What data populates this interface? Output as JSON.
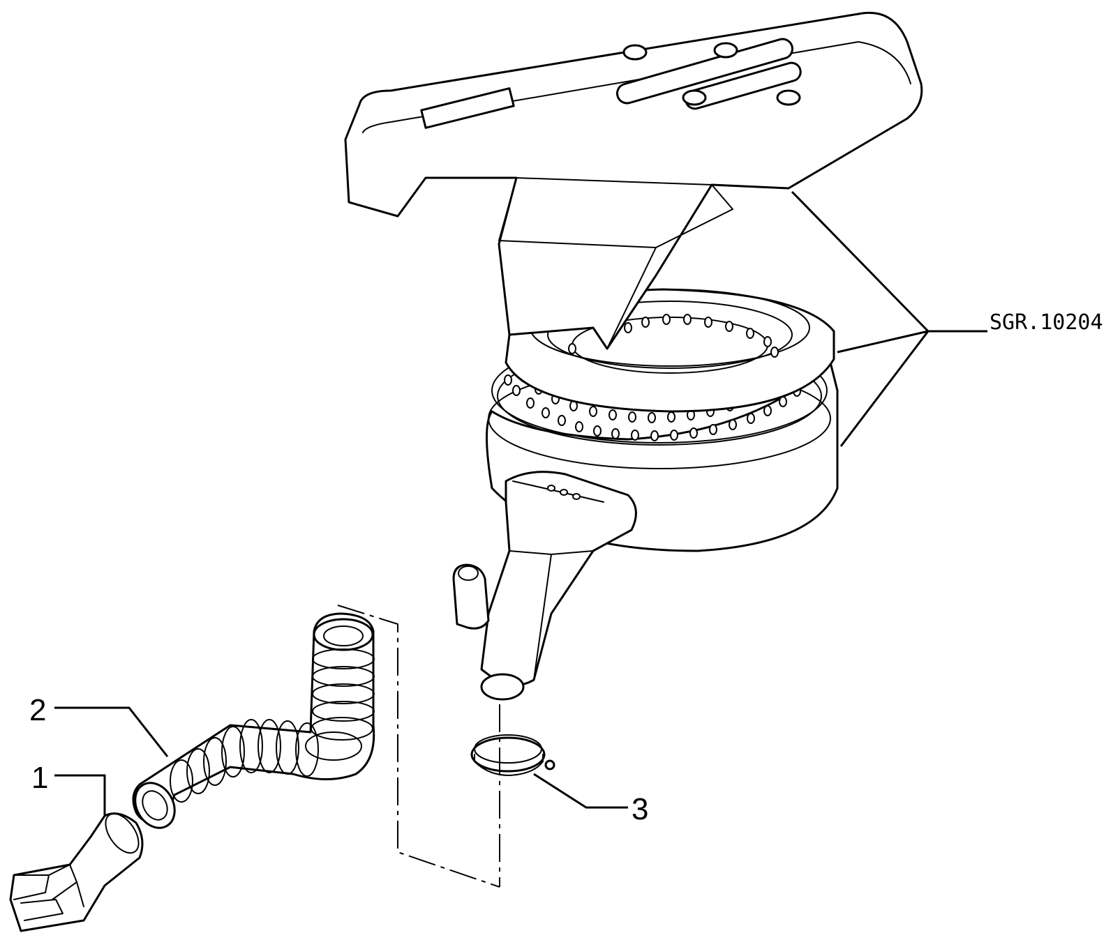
{
  "callouts": {
    "part_1": "1",
    "part_2": "2",
    "part_3": "3",
    "ref_code": "SGR.10204"
  },
  "colors": {
    "line": "#000000",
    "background": "#ffffff"
  }
}
